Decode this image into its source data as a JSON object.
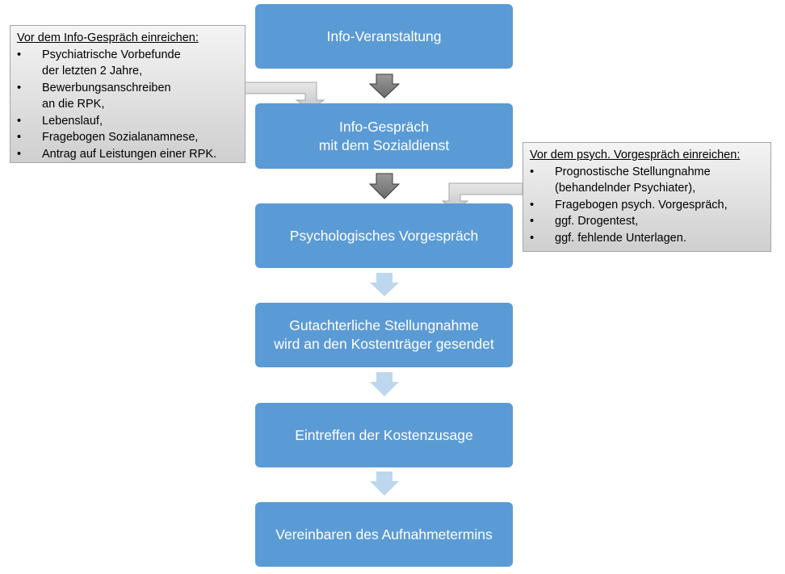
{
  "steps": [
    {
      "line1": "Info-Veranstaltung",
      "line2": ""
    },
    {
      "line1": "Info-Gespräch",
      "line2": "mit dem Sozialdienst"
    },
    {
      "line1": "Psychologisches Vorgespräch",
      "line2": ""
    },
    {
      "line1": "Gutachterliche Stellungnahme",
      "line2": "wird an den Kostenträger gesendet"
    },
    {
      "line1": "Eintreffen der Kostenzusage",
      "line2": ""
    },
    {
      "line1": "Vereinbaren des Aufnahmetermins",
      "line2": ""
    }
  ],
  "note_left": {
    "title": "Vor dem Info-Gespräch einreichen:",
    "items": [
      {
        "line1": "Psychiatrische Vorbefunde",
        "line2": "der letzten 2 Jahre,"
      },
      {
        "line1": "Bewerbungsanschreiben",
        "line2": "an die RPK,"
      },
      {
        "line1": "Lebenslauf,",
        "line2": ""
      },
      {
        "line1": "Fragebogen Sozialanamnese,",
        "line2": ""
      },
      {
        "line1": "Antrag auf Leistungen einer RPK.",
        "line2": ""
      }
    ]
  },
  "note_right": {
    "title": "Vor dem psych. Vorgespräch einreichen:",
    "items": [
      {
        "line1": "Prognostische Stellungnahme",
        "line2": "(behandelnder Psychiater),"
      },
      {
        "line1": "Fragebogen psych. Vorgespräch,",
        "line2": ""
      },
      {
        "line1": "ggf. Drogentest,",
        "line2": ""
      },
      {
        "line1": "ggf. fehlende Unterlagen.",
        "line2": ""
      }
    ]
  },
  "colors": {
    "step_fill": "#5b9bd5",
    "arrow_dark": "#7f7f7f",
    "arrow_light": "#bdd7ee",
    "note_fill": "#d9d9d9"
  }
}
